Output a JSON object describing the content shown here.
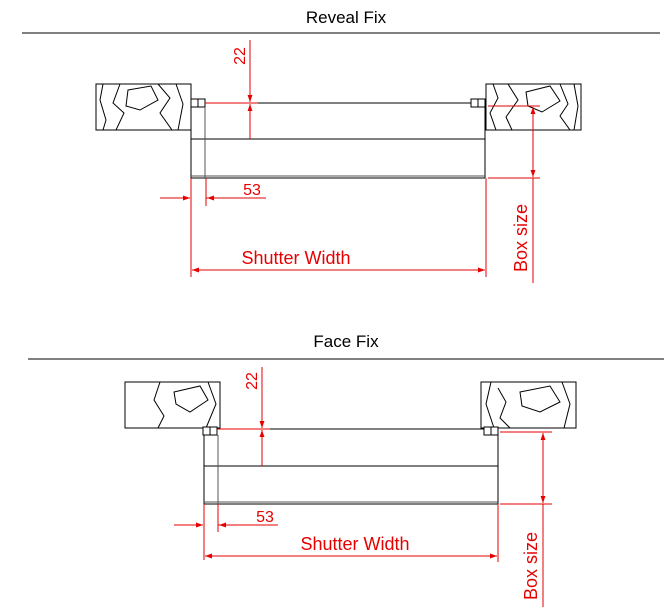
{
  "colors": {
    "line": "#000000",
    "dimension": "#e60000",
    "background": "#ffffff"
  },
  "reveal_fix": {
    "title": "Reveal Fix",
    "dim_top": "22",
    "dim_side": "53",
    "dim_width": "Shutter Width",
    "dim_height": "Box size"
  },
  "face_fix": {
    "title": "Face Fix",
    "dim_top": "22",
    "dim_side": "53",
    "dim_width": "Shutter Width",
    "dim_height": "Box size"
  }
}
